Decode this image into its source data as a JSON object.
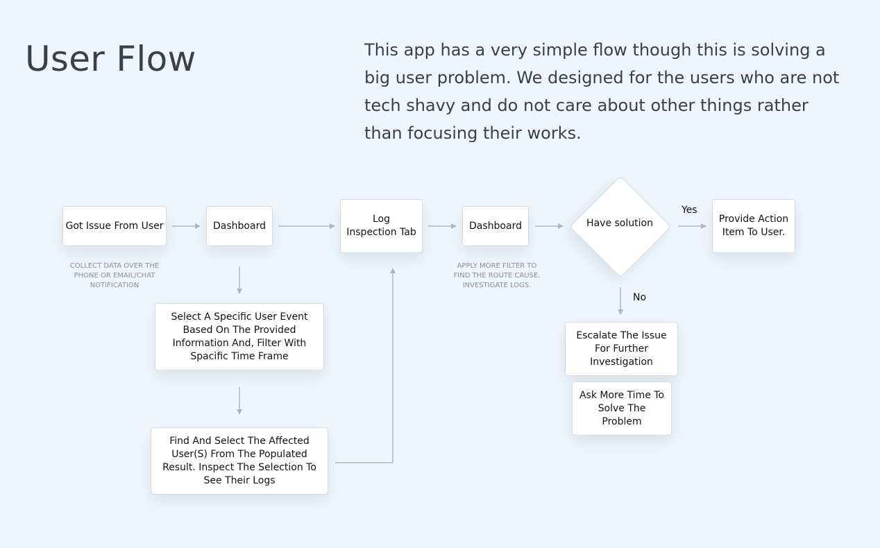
{
  "title": "User Flow",
  "intro": "This app has a very simple flow though this is solving a big user problem. We designed for the users who are not tech shavy and do not care about other things rather than focusing their works.",
  "nodes": {
    "got_issue": "Got Issue From User",
    "dashboard_1": "Dashboard",
    "log_inspection": "Log Inspection Tab",
    "dashboard_2": "Dashboard",
    "have_solution": "Have solution",
    "provide_action": "Provide Action Item To User.",
    "select_event": "Select A Specific User Event Based On The Provided Information And, Filter With Spacific Time Frame",
    "find_select": "Find And Select The Affected User(S) From The Populated Result. Inspect The Selection To See Their Logs",
    "escalate": "Escalate The Issue For Further Investigation",
    "ask_time": "Ask More Time To Solve The Problem"
  },
  "notes": {
    "collect_data": "COLLECT DATA OVER THE PHONE OR EMAIL/CHAT NOTIFICATION",
    "apply_filter": "APPLY MORE FILTER TO FIND THE ROUTE CAUSE. INVESTIGATE LOGS."
  },
  "edge_labels": {
    "yes": "Yes",
    "no": "No"
  },
  "colors": {
    "background": "#eef6fb",
    "connector": "#b3b7bc",
    "box_border": "#d6dbe0"
  }
}
